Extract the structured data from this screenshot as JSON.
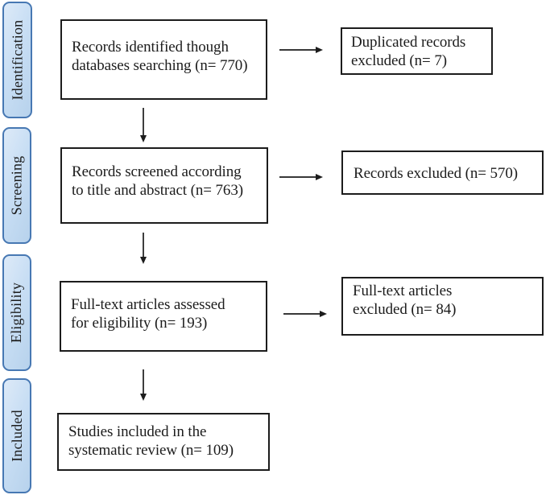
{
  "sidebar": {
    "stages": [
      {
        "label": "Identification"
      },
      {
        "label": "Screening"
      },
      {
        "label": "Eligibility"
      },
      {
        "label": "Included"
      }
    ]
  },
  "boxes": {
    "identified": "Records identified though\ndatabases searching (n= 770)",
    "duplicated_excluded": "Duplicated records\nexcluded (n= 7)",
    "screened": "Records screened according\nto title and abstract (n= 763)",
    "records_excluded": "Records excluded (n= 570)",
    "fulltext_assessed": "Full-text articles assessed\nfor eligibility (n= 193)",
    "fulltext_excluded": "Full-text articles\nexcluded (n= 84)",
    "included": "Studies included in the\nsystematic review (n= 109)"
  },
  "colors": {
    "background": "#ffffff",
    "text": "#1c1c1c",
    "box_border": "#1c1c1c",
    "arrow": "#1c1c1c",
    "stage_border": "#4778b3",
    "stage_fill_light": "#ddeaf8",
    "stage_fill": "#c8def4",
    "stage_fill_dark": "#b7d2ec"
  }
}
